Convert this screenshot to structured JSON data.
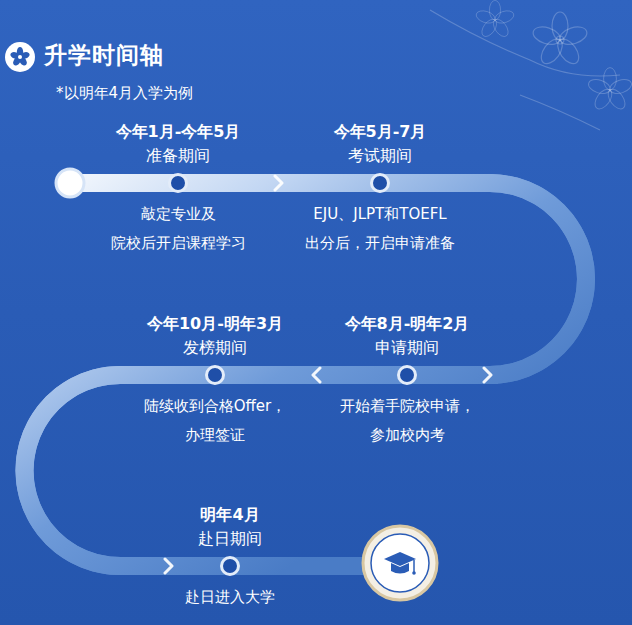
{
  "diagram": {
    "title": "升学时间轴",
    "nodes": [
      {
        "text": [
          "今年1月-今年5月",
          "准备期间",
          "敲定专业及 院校后开启课程学习"
        ]
      },
      {
        "text": [
          "今年5月-7月",
          "考试期间",
          "EJU、JLPT和TOEFL 出分后，开启申请准备"
        ]
      },
      {
        "text": [
          "今年8月-明年2月",
          "申请期间",
          "开始着手院校申请， 参加校内考"
        ]
      },
      {
        "text": [
          "今年10月-明年3月",
          "发榜期间",
          "陆续收到合格Offer， 办理签证"
        ]
      },
      {
        "text": [
          "明年4月",
          "赴日期间",
          "赴日进入大学"
        ]
      }
    ],
    "edges": [
      {
        "from": 0,
        "to": 1,
        "arrow": "to"
      },
      {
        "from": 1,
        "to": 2,
        "arrow": "to"
      },
      {
        "from": 2,
        "to": 3,
        "arrow": "to"
      },
      {
        "from": 3,
        "to": 4,
        "arrow": "to"
      }
    ],
    "labels": [
      "*以明年4月入学为例"
    ]
  }
}
